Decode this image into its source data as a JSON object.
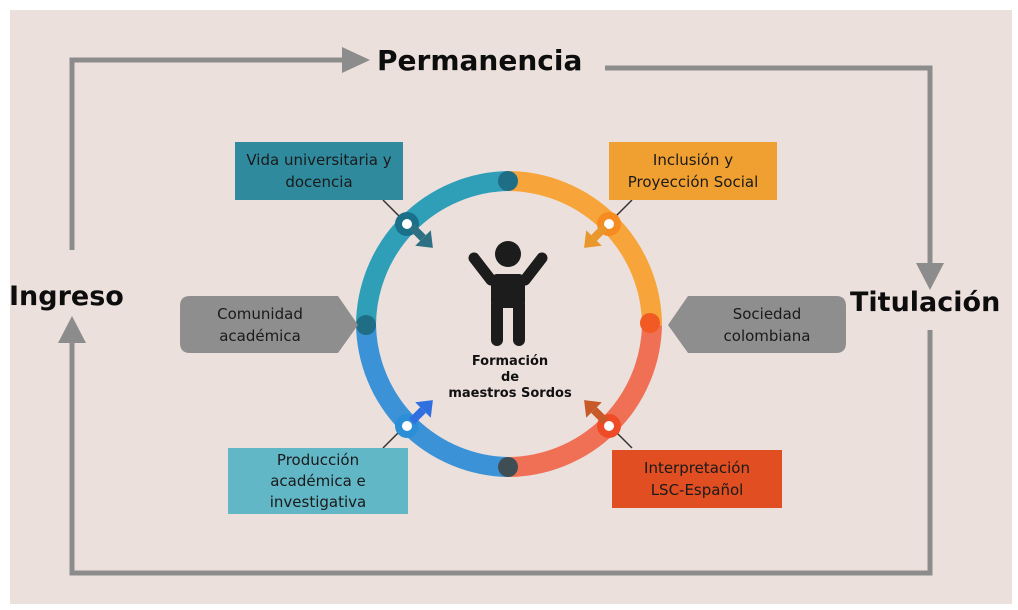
{
  "flow": {
    "permanencia": "Permanencia",
    "ingreso": "Ingreso",
    "titulacion": "Titulación"
  },
  "center": {
    "lines": [
      "Formación",
      "de",
      "maestros Sordos"
    ]
  },
  "nodes": {
    "vida": {
      "lines": [
        "Vida universitaria y",
        "docencia"
      ],
      "color": "#2f8a9e"
    },
    "inclusion": {
      "lines": [
        "Inclusión y",
        "Proyección Social"
      ],
      "color": "#f0a030"
    },
    "comunidad": {
      "lines": [
        "Comunidad",
        "académica"
      ],
      "color": "#8e8e8e"
    },
    "sociedad": {
      "lines": [
        "Sociedad",
        "colombiana"
      ],
      "color": "#8e8e8e"
    },
    "produccion": {
      "lines": [
        "Producción",
        "académica e",
        "investigativa"
      ],
      "color": "#62b7c6"
    },
    "interpretacion": {
      "lines": [
        "Interpretación",
        "LSC-Español"
      ],
      "color": "#e04e22"
    }
  },
  "colors": {
    "background": "#ece0dd",
    "flow_line": "#8c8c8c",
    "ring_teal": "#2f9fb7",
    "ring_blue": "#3b92d6",
    "ring_orange": "#f7a43a",
    "ring_red": "#f07055",
    "person": "#1c1c1c"
  },
  "icons": [
    "person-icon",
    "arrow-in-icon"
  ]
}
